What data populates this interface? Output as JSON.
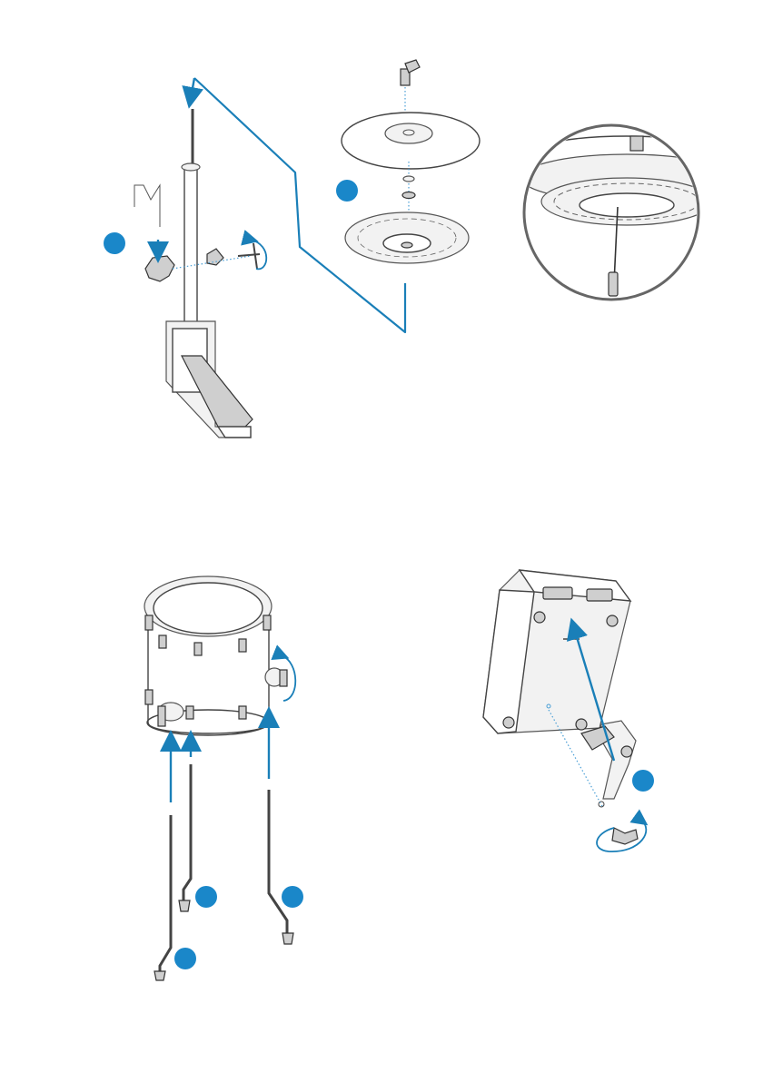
{
  "figure": {
    "colors": {
      "accent": "#1a87c9",
      "line": "#444444"
    },
    "steps": [
      {
        "id": "hihat-clamp-step",
        "number": ""
      },
      {
        "id": "cymbal-pad-step",
        "number": ""
      },
      {
        "id": "tom-leg-front-left-step",
        "number": ""
      },
      {
        "id": "tom-leg-back-step",
        "number": ""
      },
      {
        "id": "tom-leg-right-step",
        "number": ""
      },
      {
        "id": "module-bracket-step",
        "number": ""
      }
    ]
  }
}
